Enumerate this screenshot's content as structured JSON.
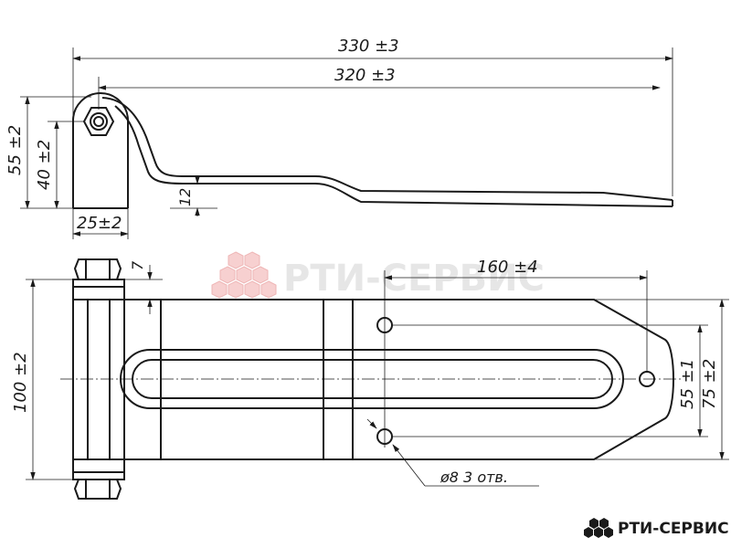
{
  "dimensions": {
    "overall_length": "330 ±3",
    "bolt_to_end": "320 ±3",
    "side_height_outer": "55 ±2",
    "side_height_inner": "40 ±2",
    "offset_height": "12",
    "knuckle_width": "25±2",
    "bolt_clearance": "7",
    "hole_distance": "160 ±4",
    "plate_height": "100 ±2",
    "hole_pitch": "55 ±1",
    "outer_hole_span": "75 ±2",
    "hole_callout": "ø8  3 отв."
  },
  "watermark": {
    "text": "РТИ-СЕРВИС"
  },
  "brand": {
    "name": "РТИ-СЕРВИС"
  },
  "colors": {
    "line": "#1a1a1a",
    "watermark": "#e6e6e6",
    "watermark_accent": "#f2b3b3",
    "background": "#ffffff"
  }
}
